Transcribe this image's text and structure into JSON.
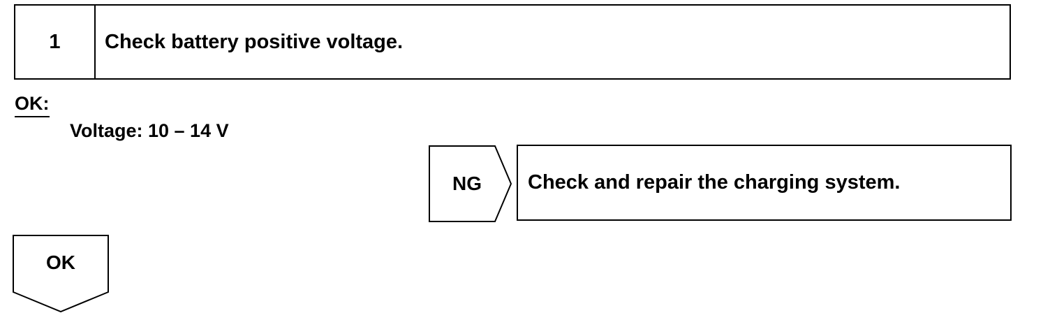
{
  "step": {
    "number": "1",
    "title": "Check battery positive voltage."
  },
  "ok_label": "OK:",
  "spec": "Voltage: 10 – 14 V",
  "ng": {
    "tag": "NG",
    "action": "Check and repair the charging system."
  },
  "ok": {
    "tag": "OK"
  }
}
